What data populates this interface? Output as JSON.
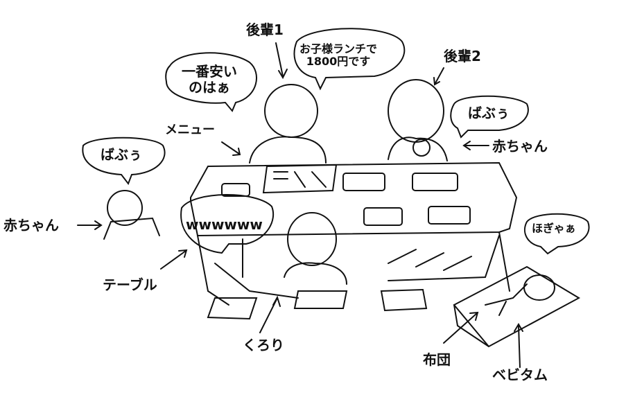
{
  "labels": {
    "kohai1": "後輩1",
    "kohai2": "後輩2",
    "menu": "メニュー",
    "baby_right": "赤ちゃん",
    "baby_left": "赤ちゃん",
    "table": "テーブル",
    "kurori": "くろり",
    "futon": "布団",
    "bebitamu": "ベビタム"
  },
  "bubbles": {
    "cheapest": [
      "一番安い",
      "のはぁ"
    ],
    "kids_lunch": [
      "お子様ランチで",
      "1800円です"
    ],
    "babu_right": "ばぶぅ",
    "babu_left": "ばぶぅ",
    "laugh": "wwwwww",
    "hogyaa": "ほぎゃぁ"
  },
  "colors": {
    "ink": "#111111",
    "paper": "#ffffff"
  }
}
